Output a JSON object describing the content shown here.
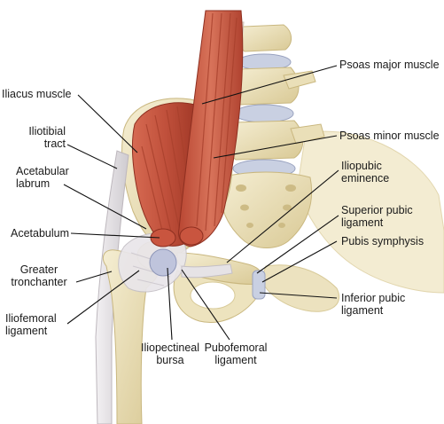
{
  "labels": {
    "iliacus": "Iliacus muscle",
    "iliotibial_1": "Iliotibial",
    "iliotibial_2": "tract",
    "acetabular_labrum_1": "Acetabular",
    "acetabular_labrum_2": "labrum",
    "acetabulum": "Acetabulum",
    "greater_tronchanter_1": "Greater",
    "greater_tronchanter_2": "tronchanter",
    "iliofemoral_1": "Iliofemoral",
    "iliofemoral_2": "ligament",
    "iliopectineal_1": "Iliopectineal",
    "iliopectineal_2": "bursa",
    "pubofemoral_1": "Pubofemoral",
    "pubofemoral_2": "ligament",
    "psoas_major": "Psoas major muscle",
    "psoas_minor": "Psoas minor muscle",
    "iliopubic_1": "Iliopubic",
    "iliopubic_2": "eminence",
    "superior_pubic_1": "Superior pubic",
    "superior_pubic_2": "ligament",
    "pubis_symphysis": "Pubis symphysis",
    "inferior_pubic_1": "Inferior pubic",
    "inferior_pubic_2": "ligament"
  },
  "colors": {
    "bone": "#efe5c2",
    "bone_shade": "#d9c995",
    "muscle": "#c8553f",
    "muscle_dark": "#9e3625",
    "ligament": "#e6e3e6",
    "disc": "#c9d0e2",
    "bursa": "#bfc4dc",
    "leader": "#111111"
  }
}
